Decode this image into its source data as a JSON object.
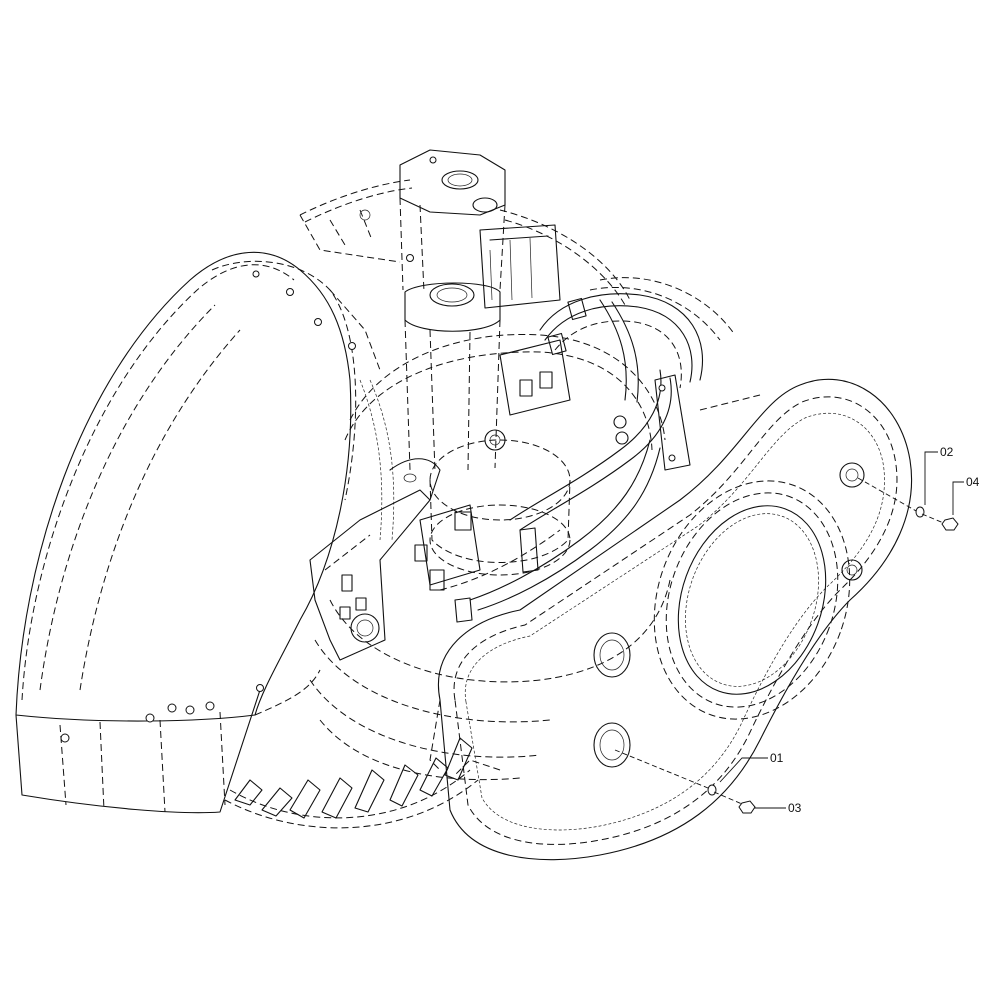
{
  "callouts": [
    {
      "id": "01",
      "label": "01"
    },
    {
      "id": "02",
      "label": "02"
    },
    {
      "id": "03",
      "label": "03"
    },
    {
      "id": "04",
      "label": "04"
    }
  ],
  "colors": {
    "line": "#111111",
    "background": "#ffffff"
  }
}
